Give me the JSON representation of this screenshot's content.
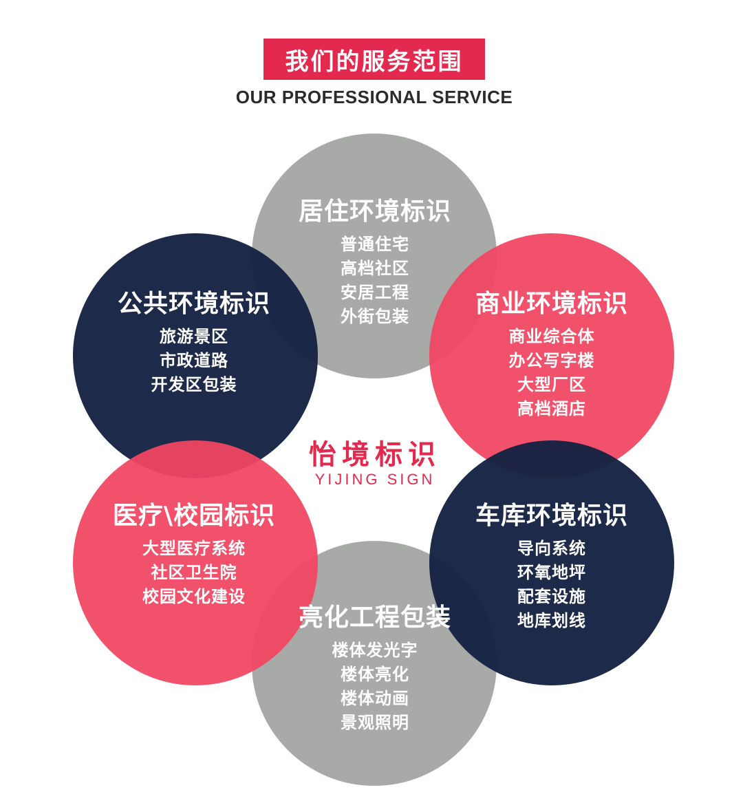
{
  "header": {
    "title": "我们的服务范围",
    "subtitle": "OUR PROFESSIONAL SERVICE"
  },
  "center": {
    "title": "怡境标识",
    "subtitle": "YIJING SIGN"
  },
  "colors": {
    "accent_red": "#e3294d",
    "gray": "#a0a39f",
    "navy": "#142142",
    "pink": "#f14662"
  },
  "services": [
    {
      "title": "居住环境标识",
      "items": [
        "普通住宅",
        "高档社区",
        "安居工程",
        "外街包装"
      ]
    },
    {
      "title": "商业环境标识",
      "items": [
        "商业综合体",
        "办公写字楼",
        "大型厂区",
        "高档酒店"
      ]
    },
    {
      "title": "车库环境标识",
      "items": [
        "导向系统",
        "环氧地坪",
        "配套设施",
        "地库划线"
      ]
    },
    {
      "title": "亮化工程包装",
      "items": [
        "楼体发光字",
        "楼体亮化",
        "楼体动画",
        "景观照明"
      ]
    },
    {
      "title": "医疗\\校园标识",
      "items": [
        "大型医疗系统",
        "社区卫生院",
        "校园文化建设"
      ]
    },
    {
      "title": "公共环境标识",
      "items": [
        "旅游景区",
        "市政道路",
        "开发区包装"
      ]
    }
  ]
}
